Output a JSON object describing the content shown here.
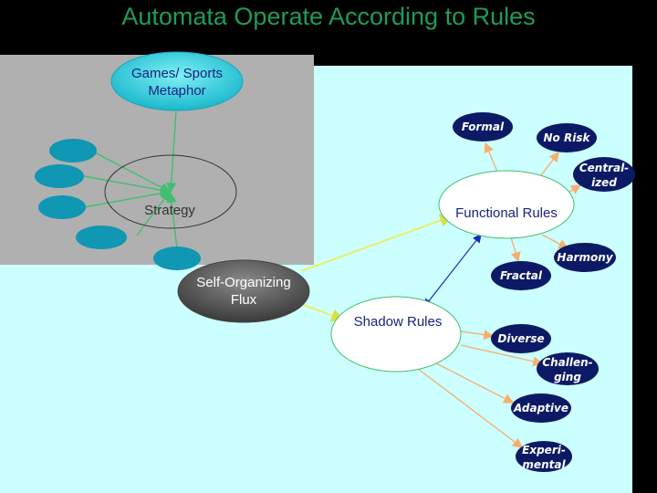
{
  "title": "Automata Operate According to Rules",
  "nodes": {
    "games": {
      "line1": "Games/ Sports",
      "line2": "Metaphor"
    },
    "strategy": "Strategy",
    "self_org": {
      "line1": "Self-Organizing",
      "line2": "Flux"
    },
    "functional": "Functional Rules",
    "shadow": "Shadow Rules",
    "formal": "Formal",
    "no_risk": "No Risk",
    "centralized": {
      "line1": "Central-",
      "line2": "ized"
    },
    "harmony": "Harmony",
    "fractal": "Fractal",
    "diverse": "Diverse",
    "challenging": {
      "line1": "Challen-",
      "line2": "ging"
    },
    "adaptive": "Adaptive",
    "experimental": {
      "line1": "Experi-",
      "line2": "mental"
    }
  },
  "colors": {
    "background": "#000000",
    "panel_cyan": "#ccffff",
    "panel_gray": "#b0b0b0",
    "title_green": "#1f9b5a",
    "teal_node": "#0f97b3",
    "games_node": "#2cc8d8",
    "navy_node": "#0c1a66",
    "gray_node": "#555555",
    "green_line": "#3fbf6f",
    "orange_line": "#f5b070",
    "yellow_line": "#eeee55",
    "blue_line": "#1a2ab8"
  }
}
